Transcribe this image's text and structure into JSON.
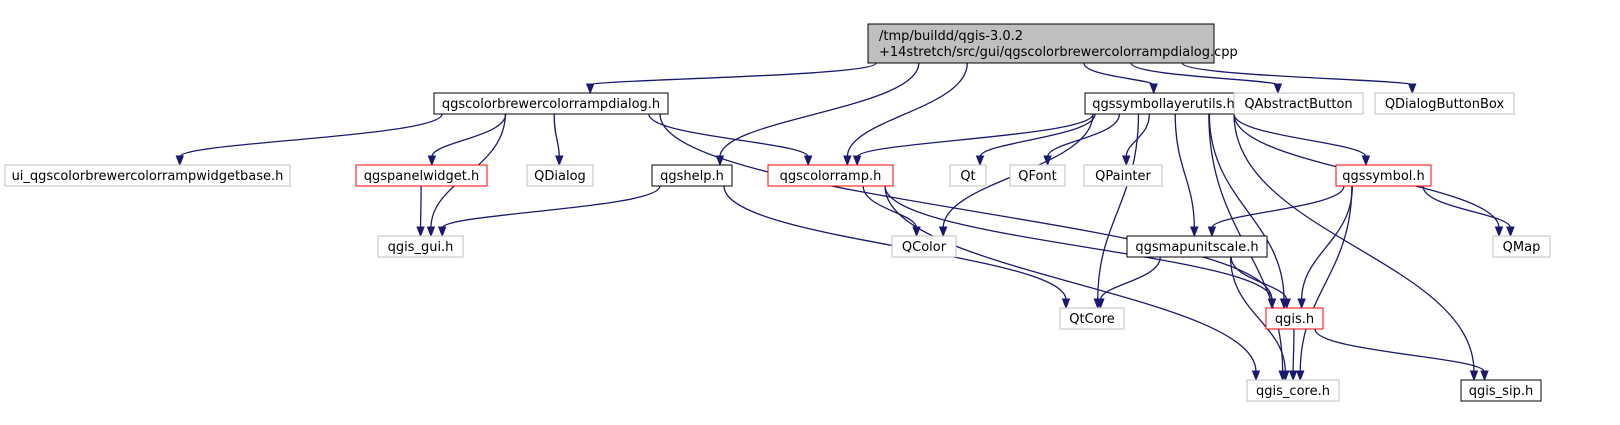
{
  "colors": {
    "edge": "#191970",
    "root_fill": "#bfbfbf",
    "root_border": "#000000",
    "documented_border": "#000000",
    "truncated_border": "#ff0000",
    "external_border": "#bfbfbf",
    "node_fill": "#ffffff",
    "text": "#000000"
  },
  "nodes": [
    {
      "id": "root",
      "lines": [
        "/tmp/buildd/qgis-3.0.2",
        "+14stretch/src/gui/qgscolorbrewercolorrampdialog.cpp"
      ],
      "style": "root"
    },
    {
      "id": "dialog_h",
      "lines": [
        "qgscolorbrewercolorrampdialog.h"
      ],
      "style": "documented"
    },
    {
      "id": "symbollayerutils_h",
      "lines": [
        "qgssymbollayerutils.h"
      ],
      "style": "documented"
    },
    {
      "id": "qabstractbutton",
      "lines": [
        "QAbstractButton"
      ],
      "style": "external"
    },
    {
      "id": "qdialogbuttonbox",
      "lines": [
        "QDialogButtonBox"
      ],
      "style": "external"
    },
    {
      "id": "ui_widgetbase_h",
      "lines": [
        "ui_qgscolorbrewercolorrampwidgetbase.h"
      ],
      "style": "external"
    },
    {
      "id": "panelwidget_h",
      "lines": [
        "qgspanelwidget.h"
      ],
      "style": "truncated"
    },
    {
      "id": "qdialog",
      "lines": [
        "QDialog"
      ],
      "style": "external"
    },
    {
      "id": "help_h",
      "lines": [
        "qgshelp.h"
      ],
      "style": "documented"
    },
    {
      "id": "colorramp_h",
      "lines": [
        "qgscolorramp.h"
      ],
      "style": "truncated"
    },
    {
      "id": "qt",
      "lines": [
        "Qt"
      ],
      "style": "external"
    },
    {
      "id": "qfont",
      "lines": [
        "QFont"
      ],
      "style": "external"
    },
    {
      "id": "qpainter",
      "lines": [
        "QPainter"
      ],
      "style": "external"
    },
    {
      "id": "symbol_h",
      "lines": [
        "qgssymbol.h"
      ],
      "style": "truncated"
    },
    {
      "id": "qgis_gui_h",
      "lines": [
        "qgis_gui.h"
      ],
      "style": "external"
    },
    {
      "id": "qcolor",
      "lines": [
        "QColor"
      ],
      "style": "external"
    },
    {
      "id": "mapunitscale_h",
      "lines": [
        "qgsmapunitscale.h"
      ],
      "style": "documented"
    },
    {
      "id": "qmap",
      "lines": [
        "QMap"
      ],
      "style": "external"
    },
    {
      "id": "qtcore",
      "lines": [
        "QtCore"
      ],
      "style": "external"
    },
    {
      "id": "qgis_h",
      "lines": [
        "qgis.h"
      ],
      "style": "truncated"
    },
    {
      "id": "qgis_core_h",
      "lines": [
        "qgis_core.h"
      ],
      "style": "external"
    },
    {
      "id": "qgis_sip_h",
      "lines": [
        "qgis_sip.h"
      ],
      "style": "documented"
    }
  ],
  "edges": [
    [
      "root",
      "dialog_h"
    ],
    [
      "root",
      "help_h"
    ],
    [
      "root",
      "colorramp_h"
    ],
    [
      "root",
      "symbollayerutils_h"
    ],
    [
      "root",
      "qabstractbutton"
    ],
    [
      "root",
      "qdialogbuttonbox"
    ],
    [
      "dialog_h",
      "ui_widgetbase_h"
    ],
    [
      "dialog_h",
      "qgis_gui_h"
    ],
    [
      "dialog_h",
      "panelwidget_h"
    ],
    [
      "dialog_h",
      "qdialog"
    ],
    [
      "dialog_h",
      "colorramp_h"
    ],
    [
      "dialog_h",
      "qgis_h"
    ],
    [
      "panelwidget_h",
      "qgis_gui_h"
    ],
    [
      "help_h",
      "qgis_gui_h"
    ],
    [
      "help_h",
      "qtcore"
    ],
    [
      "colorramp_h",
      "qcolor"
    ],
    [
      "colorramp_h",
      "qgis_h"
    ],
    [
      "colorramp_h",
      "qgis_core_h"
    ],
    [
      "symbollayerutils_h",
      "colorramp_h"
    ],
    [
      "symbollayerutils_h",
      "qcolor"
    ],
    [
      "symbollayerutils_h",
      "qt"
    ],
    [
      "symbollayerutils_h",
      "qfont"
    ],
    [
      "symbollayerutils_h",
      "qpainter"
    ],
    [
      "symbollayerutils_h",
      "symbol_h"
    ],
    [
      "symbollayerutils_h",
      "mapunitscale_h"
    ],
    [
      "symbollayerutils_h",
      "qtcore"
    ],
    [
      "symbollayerutils_h",
      "qgis_h"
    ],
    [
      "symbollayerutils_h",
      "qmap"
    ],
    [
      "symbollayerutils_h",
      "qgis_core_h"
    ],
    [
      "symbollayerutils_h",
      "qgis_sip_h"
    ],
    [
      "symbol_h",
      "mapunitscale_h"
    ],
    [
      "symbol_h",
      "qmap"
    ],
    [
      "symbol_h",
      "qgis_h"
    ],
    [
      "symbol_h",
      "qgis_core_h"
    ],
    [
      "mapunitscale_h",
      "qtcore"
    ],
    [
      "mapunitscale_h",
      "qgis_h"
    ],
    [
      "mapunitscale_h",
      "qgis_core_h"
    ],
    [
      "qgis_h",
      "qgis_core_h"
    ],
    [
      "qgis_h",
      "qgis_sip_h"
    ]
  ]
}
